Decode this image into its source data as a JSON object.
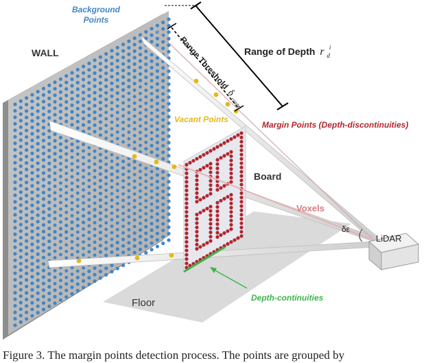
{
  "labels": {
    "background_points": [
      "Background",
      "Points"
    ],
    "wall": "WALL",
    "range_of_depth": "Range of Depth",
    "range_of_depth_symbol": "r",
    "range_of_depth_sub": "d",
    "range_of_depth_sup": "i",
    "range_threshold": "Range Threshold",
    "range_threshold_symbol": "δ",
    "range_threshold_sub": "range",
    "vacant_points": "Vacant Points",
    "margin_points": "Margin Points (Depth-discontinuities)",
    "board": "Board",
    "voxels": "Voxels",
    "delta_epsilon": "δε",
    "lidar": "LiDAR",
    "floor": "Floor",
    "depth_continuities": "Depth-continuities"
  },
  "caption": "Figure 3.    The margin points detection process. The points are grouped by",
  "colors": {
    "background_points": "#3f86c6",
    "vacant_points": "#e5b81a",
    "margin_points": "#b2262d",
    "voxels": "#d97b80",
    "depth_continuities": "#3cb54a",
    "wall": "#b9b9b9",
    "floor": "#d9d9d9",
    "board": "#e6e6ee"
  }
}
